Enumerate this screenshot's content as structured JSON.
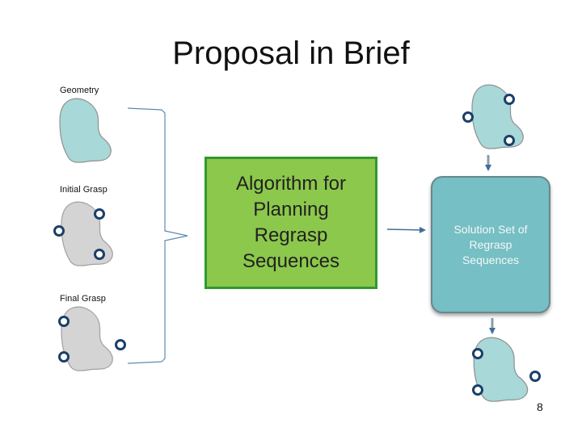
{
  "slide": {
    "title": "Proposal in Brief",
    "page_number": "8"
  },
  "labels": {
    "geometry": "Geometry",
    "initial_grasp": "Initial Grasp",
    "final_grasp": "Final Grasp"
  },
  "algorithm_box": {
    "text": "Algorithm for\nPlanning\nRegrasp\nSequences"
  },
  "solution_box": {
    "text": "Solution Set of\nRegrasp\nSequences"
  },
  "colors": {
    "object_teal": "#a8d8d8",
    "object_gray": "#d4d4d4",
    "finger_ring": "#1a3f6a",
    "algorithm_fill": "#8cc84b",
    "algorithm_border": "#2f9a2f",
    "solution_fill": "#76bfc4",
    "arrow": "#3f6f9a",
    "bracket": "#5a8cb4"
  }
}
